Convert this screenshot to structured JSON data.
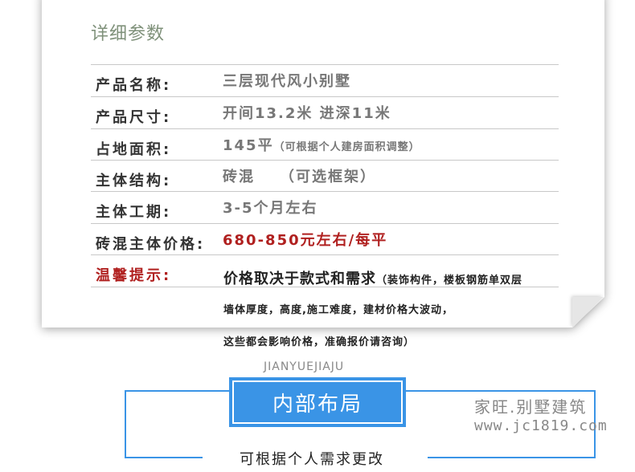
{
  "section_title": "详细参数",
  "rows": [
    {
      "label": "产品名称:",
      "value": "三层现代风小别墅"
    },
    {
      "label": "产品尺寸:",
      "value": "开间13.2米 进深11米"
    },
    {
      "label": "占地面积:",
      "value": "145平",
      "note": "（可根据个人建房面积调整）"
    },
    {
      "label": "主体结构:",
      "value": "砖混　　（可选框架）"
    },
    {
      "label": "主体工期:",
      "value": "3-5个月左右"
    },
    {
      "label": "砖混主体价格:",
      "value": "680-850元左右/每平"
    }
  ],
  "tip": {
    "label": "温馨提示:",
    "main": "价格取决于款式和需求",
    "line1": "（装饰构件，楼板钢筋单双层",
    "line2": "墙体厚度，高度,施工难度，建材价格大波动，",
    "line3": "这些都会影响价格，准确报价请咨询）"
  },
  "layout_section": {
    "english": "JIANYUEJIAJU",
    "title": "内部布局",
    "subtitle": "可根据个人需求更改"
  },
  "watermark": {
    "name": "家旺.别墅建筑",
    "url": "www.jc1819.com"
  },
  "colors": {
    "accent": "#3a94e6",
    "price": "#b0201f",
    "title": "#7f917a"
  }
}
